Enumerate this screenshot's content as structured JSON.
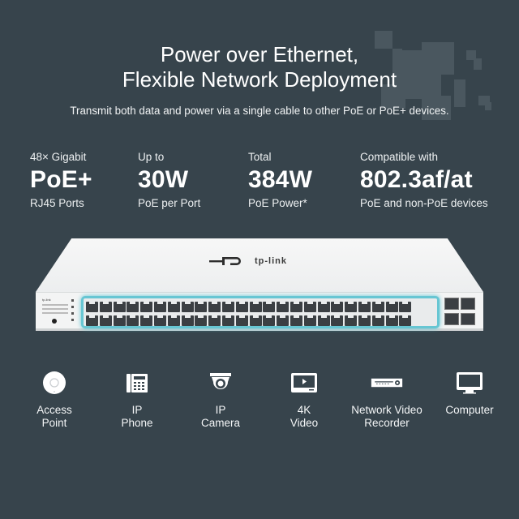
{
  "headline": {
    "line1": "Power over Ethernet,",
    "line2": "Flexible Network Deployment"
  },
  "subheadline": "Transmit both data and power via a single cable to other PoE or PoE+ devices.",
  "stats": [
    {
      "top": "48× Gigabit",
      "big": "PoE+",
      "bottom": "RJ45 Ports"
    },
    {
      "top": "Up to",
      "big": "30W",
      "bottom": "PoE per Port"
    },
    {
      "top": "Total",
      "big": "384W",
      "bottom": "PoE Power*"
    },
    {
      "top": "Compatible with",
      "big": "802.3af/at",
      "bottom": "PoE and non-PoE devices"
    }
  ],
  "product": {
    "brand": "tp-link",
    "rj45_ports": 48,
    "sfp_ports": 4,
    "highlight_color": "#67c6d3"
  },
  "devices": [
    {
      "icon": "access-point-icon",
      "label": "Access\nPoint"
    },
    {
      "icon": "ip-phone-icon",
      "label": "IP\nPhone"
    },
    {
      "icon": "ip-camera-icon",
      "label": "IP\nCamera"
    },
    {
      "icon": "4k-video-icon",
      "label": "4K\nVideo"
    },
    {
      "icon": "network-video-recorder-icon",
      "label": "Network  Video\nRecorder"
    },
    {
      "icon": "computer-icon",
      "label": "Computer"
    }
  ],
  "colors": {
    "background": "#37444c",
    "pixel_decoration": "#4a575f",
    "text": "#ffffff"
  }
}
